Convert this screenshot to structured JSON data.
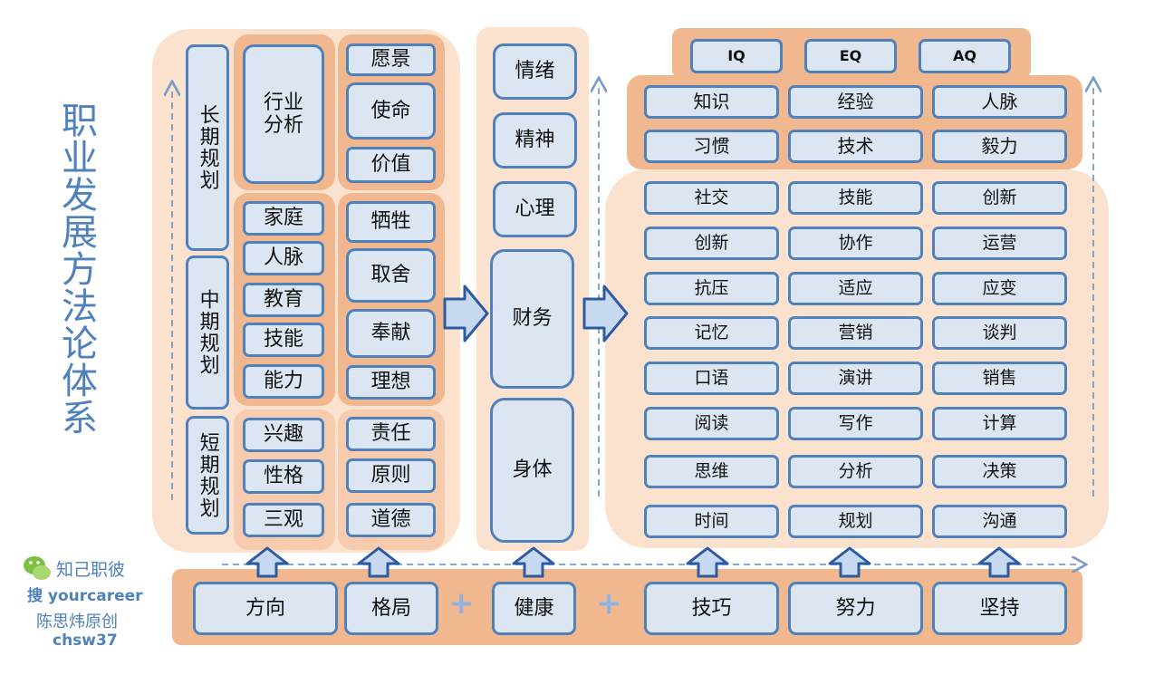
{
  "title": "职业发展方法论体系",
  "planning": {
    "long": "长期规划",
    "mid": "中期规划",
    "short": "短期规划"
  },
  "col1": {
    "industry": "行业分析",
    "family": "家庭",
    "network": "人脉",
    "education": "教育",
    "skill": "技能",
    "ability": "能力",
    "interest": "兴趣",
    "personality": "性格",
    "values": "三观"
  },
  "col2": {
    "vision": "愿景",
    "mission": "使命",
    "value": "价值",
    "sacrifice": "牺牲",
    "choice": "取舍",
    "dedication": "奉献",
    "ideal": "理想",
    "responsibility": "责任",
    "principle": "原则",
    "morality": "道德"
  },
  "health": {
    "emotion": "情绪",
    "spirit": "精神",
    "mind": "心理",
    "finance": "财务",
    "body": "身体"
  },
  "quotients": [
    "IQ",
    "EQ",
    "AQ"
  ],
  "core_grid": [
    [
      "知识",
      "经验",
      "人脉"
    ],
    [
      "习惯",
      "技术",
      "毅力"
    ]
  ],
  "skill_grid": [
    [
      "社交",
      "技能",
      "创新"
    ],
    [
      "创新",
      "协作",
      "运营"
    ],
    [
      "抗压",
      "适应",
      "应变"
    ],
    [
      "记忆",
      "营销",
      "谈判"
    ],
    [
      "口语",
      "演讲",
      "销售"
    ],
    [
      "阅读",
      "写作",
      "计算"
    ],
    [
      "思维",
      "分析",
      "决策"
    ],
    [
      "时间",
      "规划",
      "沟通"
    ]
  ],
  "bottom": {
    "direction": "方向",
    "pattern": "格局",
    "health": "健康",
    "technique": "技巧",
    "effort": "努力",
    "persistence": "坚持"
  },
  "plus_sign": "+",
  "watermark": {
    "line1": "知己职彼",
    "line2": "搜 yourcareer",
    "line3": "陈思炜原创",
    "line4": "chsw37"
  },
  "colors": {
    "box_fill": "#dce6f2",
    "box_border": "#4f81bd",
    "panel_light": "#fbe2cf",
    "panel_dark": "#f1b88f",
    "title": "#4f81bd",
    "arrow_fill": "#c6d9f1",
    "plus": "#8db3e2"
  }
}
